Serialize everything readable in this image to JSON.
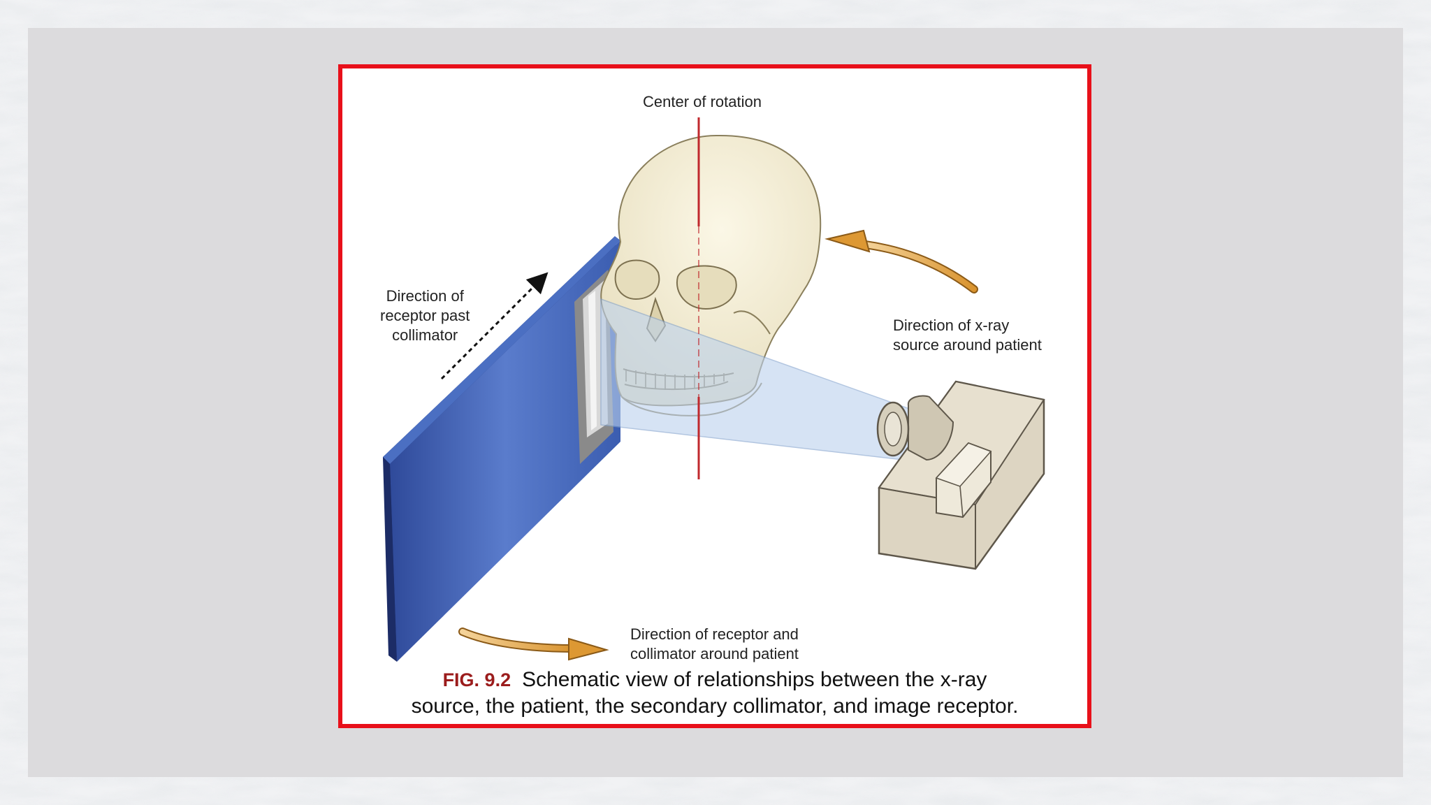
{
  "figure": {
    "fig_number": "FIG. 9.2",
    "caption_line1": "Schematic view of relationships between the x-ray",
    "caption_line2": "source, the patient, the secondary collimator, and image receptor.",
    "labels": {
      "center_of_rotation": "Center of rotation",
      "receptor_direction": "Direction of\nreceptor past\ncollimator",
      "xray_source_direction": "Direction of x-ray\nsource around patient",
      "receptor_collimator_direction": "Direction of receptor and\ncollimator around patient"
    }
  },
  "colors": {
    "frame_border": "#e8101a",
    "receptor_blue": "#3f5fb0",
    "arrow_orange": "#e0a047",
    "rotation_axis": "#c0282d",
    "skull": "#f3ecd2",
    "tube_housing": "#ddd5c2",
    "beam": "#c9daf0"
  },
  "icons": [
    "skull-icon",
    "xray-tube-icon",
    "receptor-plate-icon",
    "curved-arrow-icon",
    "dashed-arrow-icon"
  ]
}
